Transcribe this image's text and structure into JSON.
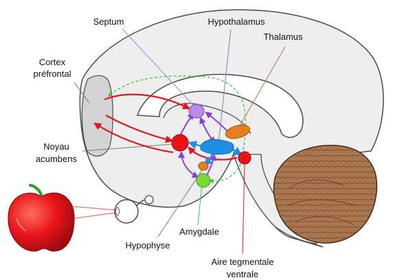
{
  "labels": {
    "septum": "Septum",
    "hypothalamus": "Hypothalamus",
    "thalamus": "Thalamus",
    "cortex_line1": "Cortex",
    "cortex_line2": "préfrontal",
    "noyau_line1": "Noyau",
    "noyau_line2": "acumbens",
    "amygdale": "Amygdale",
    "hypophyse": "Hypophyse",
    "atv_line1": "Aire tegmentale",
    "atv_line2": "ventrale"
  },
  "colors": {
    "brain_fill": "#eeeeee",
    "cortex_region": "#d3d3d3",
    "cerebellum": "#a9774f",
    "apple": "#e8141a",
    "apple_stem": "#2c9a2c",
    "septum_nucleus": "#b98ae6",
    "hypothalamus": "#1f8fe6",
    "thalamus": "#e5801c",
    "noyau_acumbens": "#e8141a",
    "amygdale": "#7ad83a",
    "hypophyse": "#e5801c",
    "atv": "#e8141a",
    "red_pathway": "#e3141c",
    "purple_pathway": "#8b3ee0",
    "blue_pathway": "#1f8fe6",
    "green_pathway": "#35c63a",
    "septum_pointer": "#b98ae6",
    "hypothalamus_pointer": "#8a8fc7",
    "thalamus_pointer": "#b5895a",
    "visual_input_lines": "#f07070"
  },
  "icons": [
    "apple-icon",
    "eye-icon"
  ]
}
